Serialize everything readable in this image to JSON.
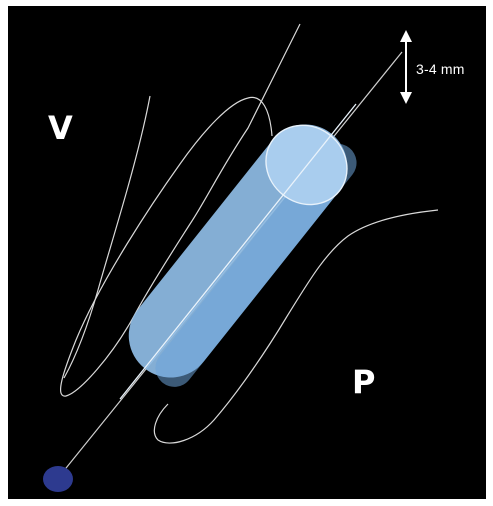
{
  "labels": {
    "region_v": "V",
    "region_p": "P",
    "measurement": "3-4 mm"
  },
  "colors": {
    "background": "#000000",
    "border": "#ffffff",
    "cylinder": "#8fbde6",
    "cylinder_shade": "#6ea4d8",
    "base_dot": "#2d3a8f",
    "lines": "#d9d9d9"
  }
}
